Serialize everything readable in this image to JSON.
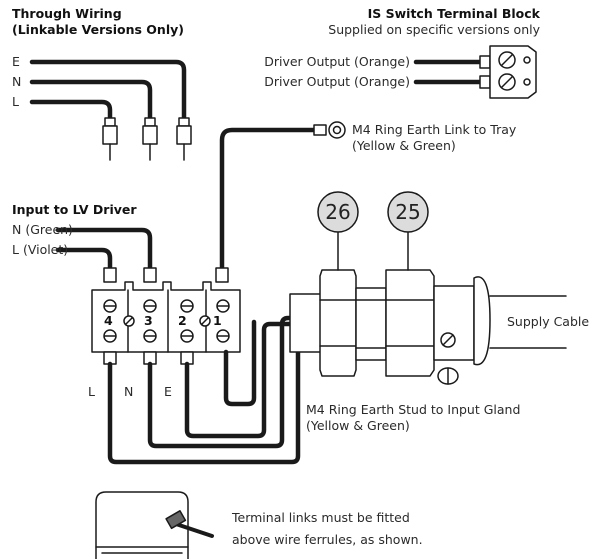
{
  "through_wiring": {
    "title_line1": "Through Wiring",
    "title_line2": "(Linkable Versions Only)",
    "wires": [
      "E",
      "N",
      "L"
    ]
  },
  "is_switch": {
    "title": "IS Switch Terminal Block",
    "subtitle": "Supplied on specific versions only",
    "outputs": [
      "Driver Output (Orange)",
      "Driver Output (Orange)"
    ]
  },
  "earth_link_tray": {
    "line1": "M4 Ring Earth Link to Tray",
    "line2": "(Yellow & Green)"
  },
  "input_driver": {
    "title": "Input to LV Driver",
    "neutral": "N (Green)",
    "live": "L (Violet)"
  },
  "terminal_numbers": [
    "4",
    "3",
    "2",
    "1"
  ],
  "bottom_wire_labels": [
    "L",
    "N",
    "E"
  ],
  "callouts": [
    "26",
    "25"
  ],
  "supply_cable": "Supply Cable",
  "earth_stud_gland": {
    "line1": "M4 Ring Earth Stud to Input Gland",
    "line2": "(Yellow & Green)"
  },
  "note": {
    "line1": "Terminal links must be fitted",
    "line2": "above wire ferrules, as shown."
  }
}
